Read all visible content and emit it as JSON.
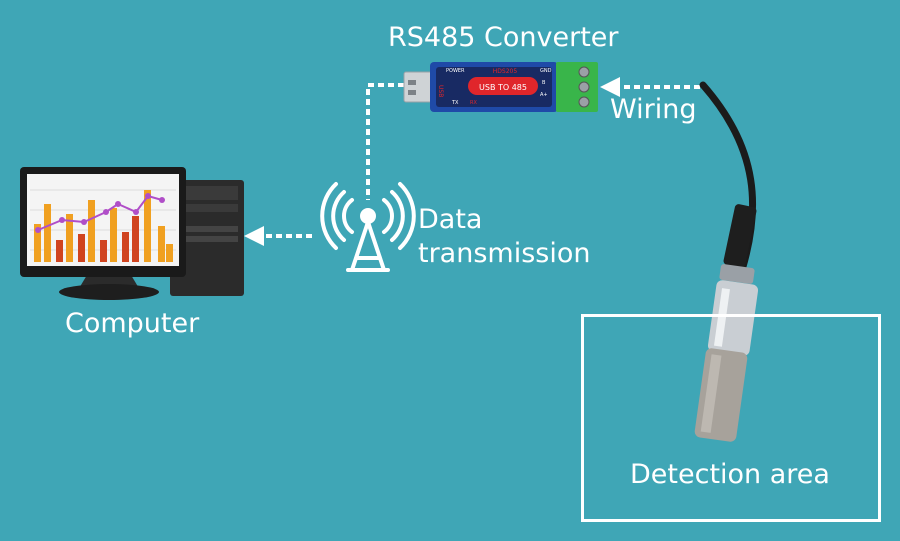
{
  "title": "RS485 Converter",
  "labels": {
    "wiring": "Wiring",
    "data_line1": "Data",
    "data_line2": "transmission",
    "computer": "Computer",
    "detection_area": "Detection area"
  },
  "device": {
    "model": "HDS205",
    "badge": "USB TO 485",
    "port_labels": [
      "POWER",
      "USB",
      "TX",
      "RX",
      "GND",
      "B",
      "A+"
    ]
  },
  "colors": {
    "background": "#3fa6b6",
    "line": "#ffffff",
    "converter_body": "#1f4aa8",
    "converter_badge": "#e0262b",
    "terminal": "#39b54a",
    "bar_orange": "#f0a020",
    "bar_red": "#d0441f",
    "trend": "#b04ec8"
  },
  "icons": [
    "computer-icon",
    "antenna-icon",
    "usb-converter-icon",
    "sensor-probe-icon",
    "cable-icon",
    "arrow-icon"
  ]
}
